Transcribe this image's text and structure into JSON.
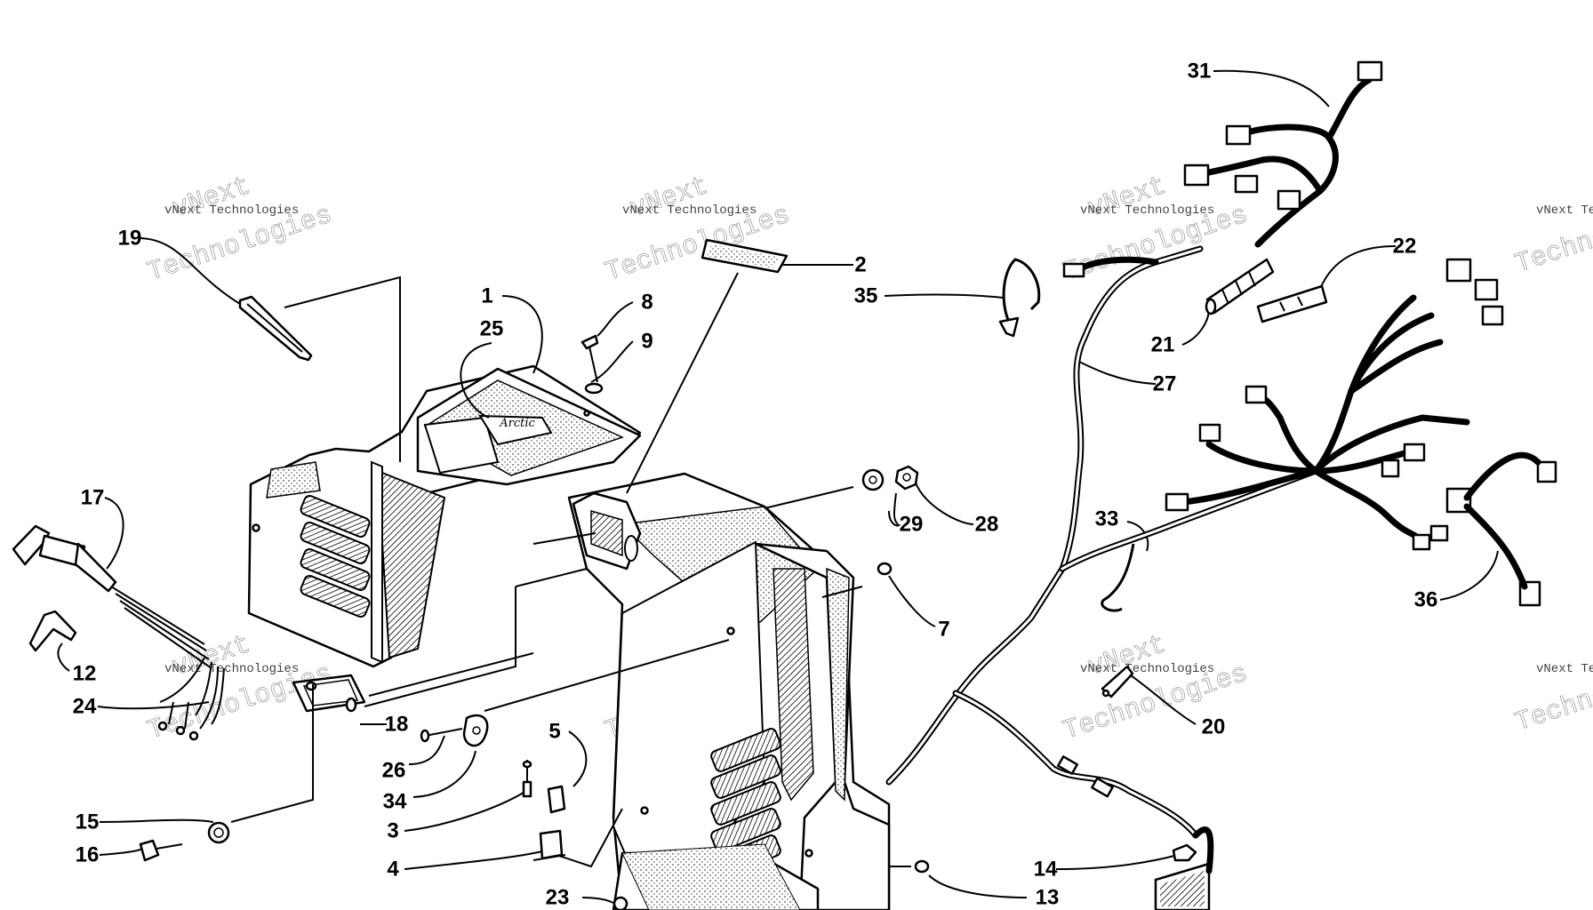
{
  "watermark": {
    "line_small": "vNext Technologies",
    "line_top": "vNext",
    "line_bottom": "Technologies"
  },
  "callouts": {
    "c1": "1",
    "c2": "2",
    "c3": "3",
    "c4": "4",
    "c5": "5",
    "c7": "7",
    "c8": "8",
    "c9": "9",
    "c12": "12",
    "c13": "13",
    "c14": "14",
    "c15": "15",
    "c16": "16",
    "c17": "17",
    "c18": "18",
    "c19": "19",
    "c20": "20",
    "c21": "21",
    "c22": "22",
    "c23": "23",
    "c24": "24",
    "c25": "25",
    "c26": "26",
    "c27": "27",
    "c28": "28",
    "c29": "29",
    "c31": "31",
    "c33": "33",
    "c34": "34",
    "c35": "35",
    "c36": "36"
  },
  "decal_text": "Arctic"
}
